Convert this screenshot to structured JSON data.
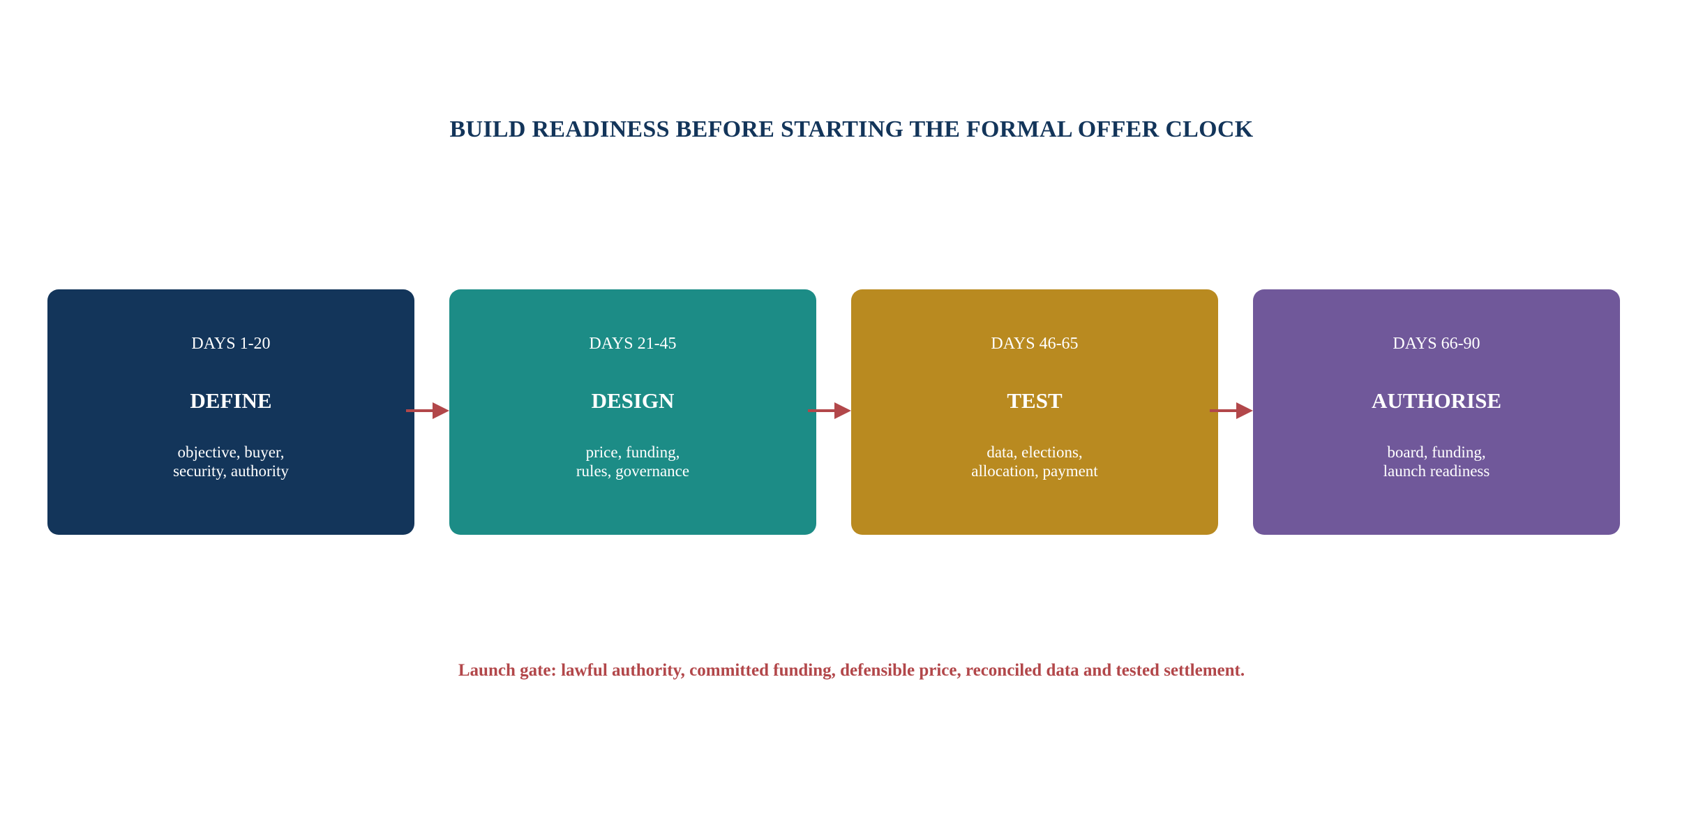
{
  "title": "BUILD READINESS BEFORE STARTING THE FORMAL OFFER CLOCK",
  "phases": [
    {
      "days": "DAYS 1-20",
      "name": "DEFINE",
      "detail": "objective, buyer,\nsecurity, authority",
      "color": "#13355a"
    },
    {
      "days": "DAYS 21-45",
      "name": "DESIGN",
      "detail": "price, funding,\nrules, governance",
      "color": "#1c8c86"
    },
    {
      "days": "DAYS 46-65",
      "name": "TEST",
      "detail": "data, elections,\nallocation, payment",
      "color": "#b98a20"
    },
    {
      "days": "DAYS 66-90",
      "name": "AUTHORISE",
      "detail": "board, funding,\nlaunch readiness",
      "color": "#70589a"
    }
  ],
  "footer": "Launch gate: lawful authority, committed funding, defensible price, reconciled data and tested settlement.",
  "colors": {
    "title": "#13355a",
    "arrow": "#b2474a",
    "footer": "#b2474a"
  }
}
